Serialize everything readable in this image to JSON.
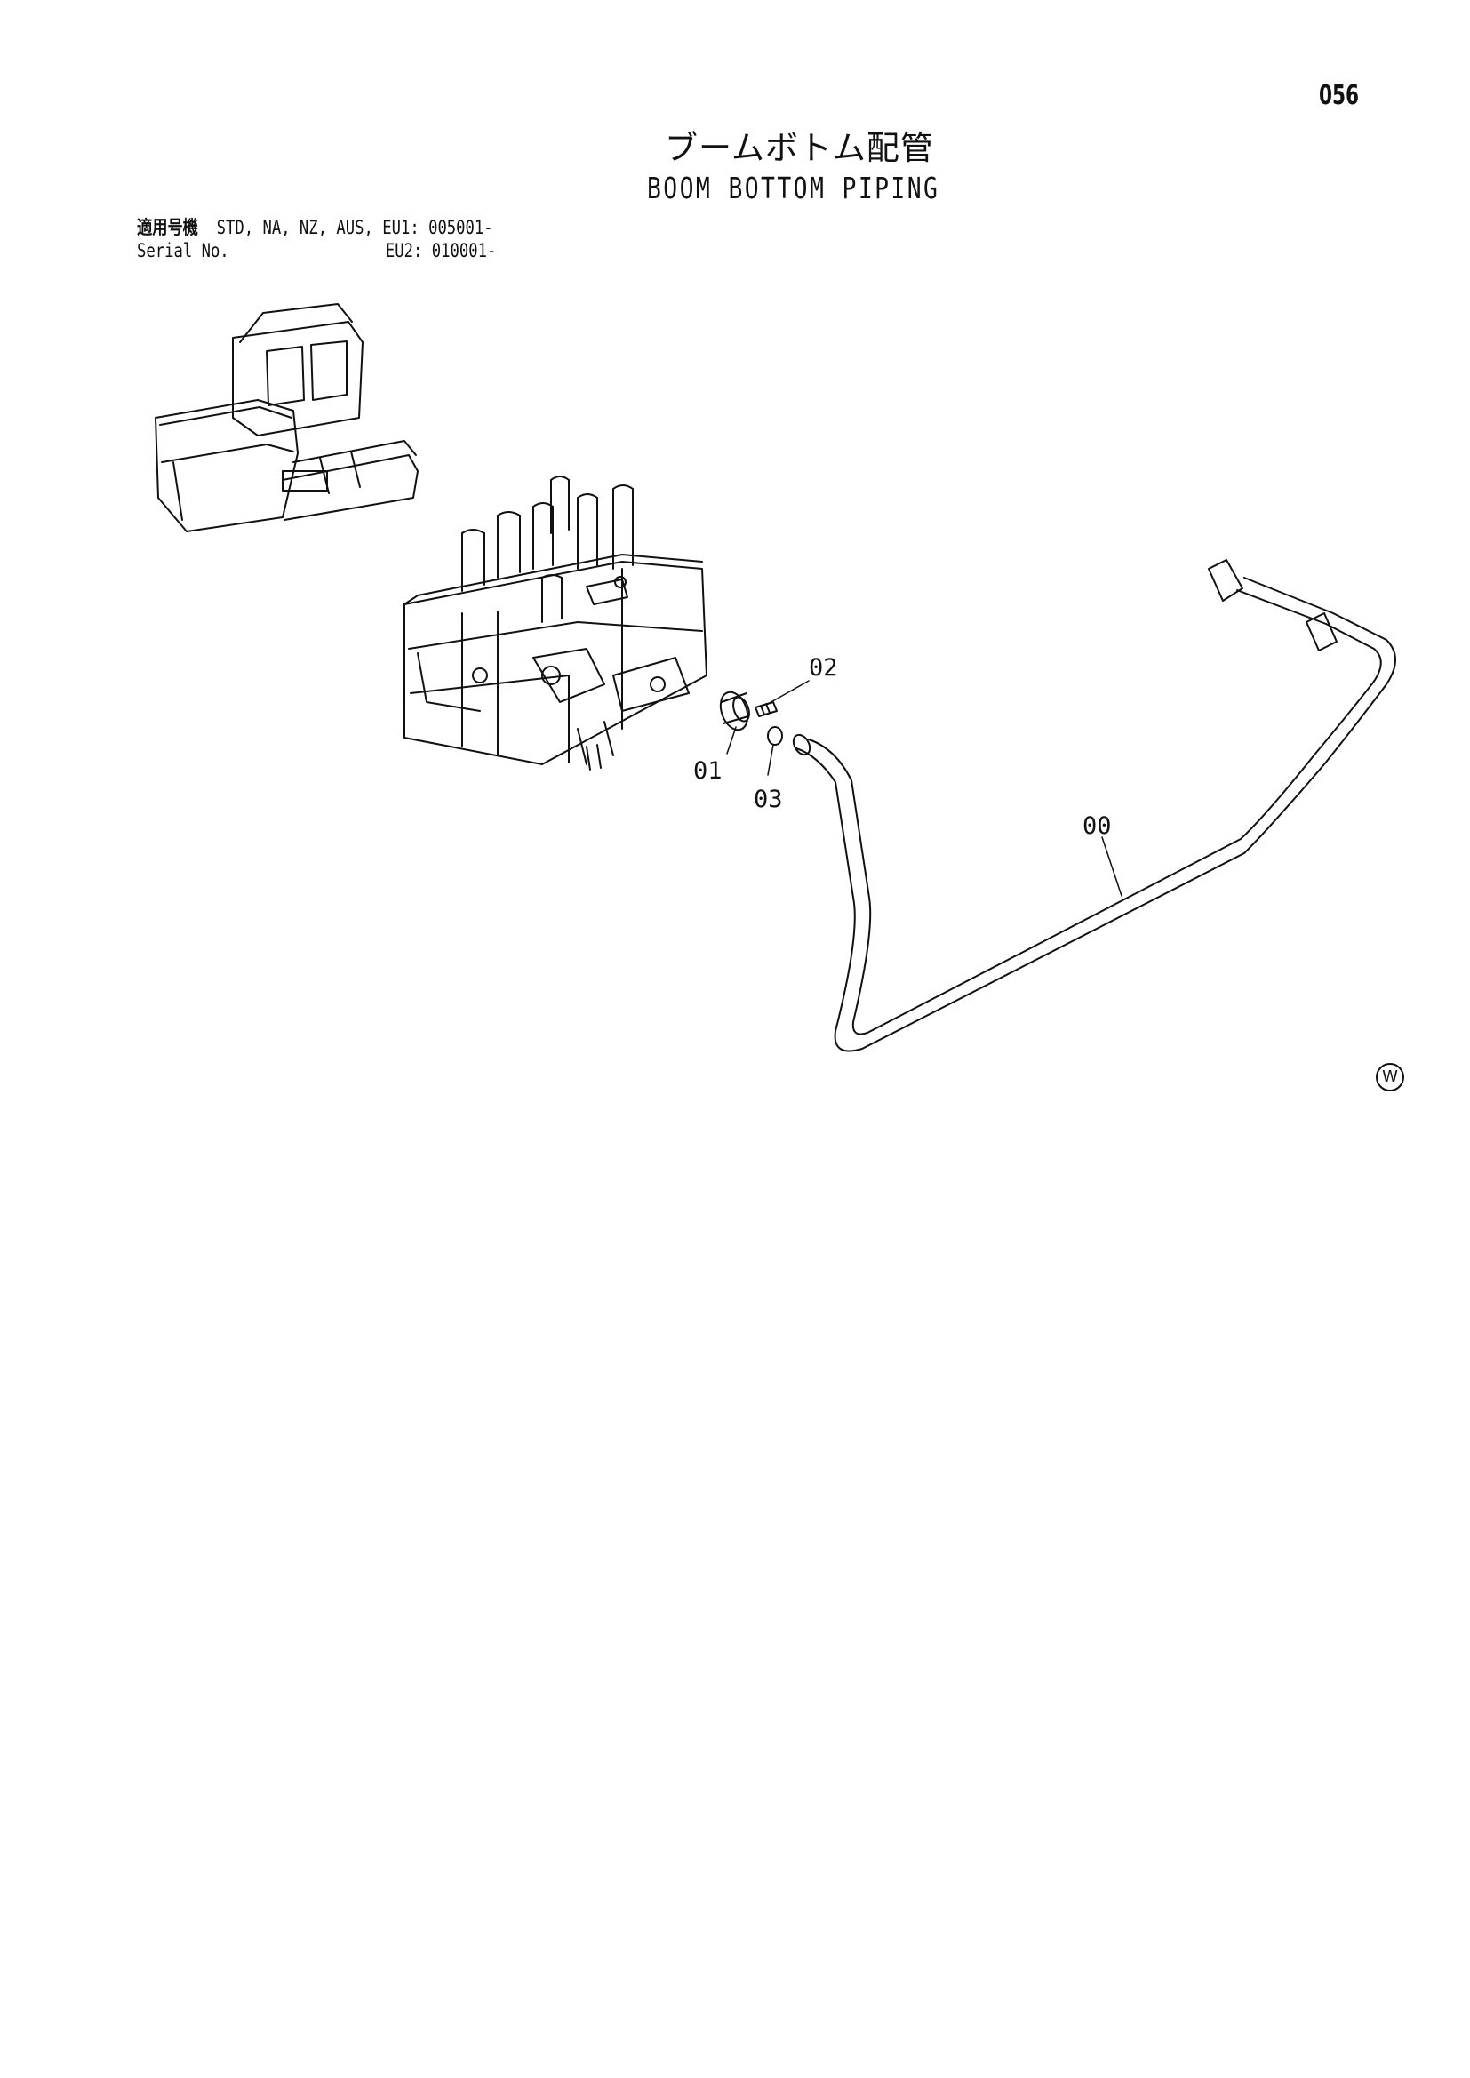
{
  "page": {
    "number": "056",
    "title_jp": "ブームボトム配管",
    "title_en": "BOOM BOTTOM PIPING"
  },
  "serial": {
    "label_jp": "適用号機",
    "label_en": "Serial No.",
    "line1_models": "STD, NA, NZ, AUS, EU1: 005001-",
    "line2_models": "EU2: 010001-"
  },
  "callouts": {
    "c00": "00",
    "c01": "01",
    "c02": "02",
    "c03": "03"
  },
  "watermark": "W",
  "colors": {
    "line": "#111111",
    "background": "#ffffff"
  }
}
